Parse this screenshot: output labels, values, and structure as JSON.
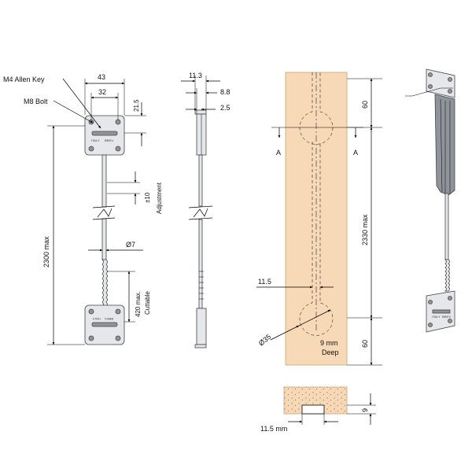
{
  "colors": {
    "wood": "#f7d9b7",
    "wood_dark": "#c9a47a",
    "steel": "#e6e7ea",
    "steel_dark": "#8f949b",
    "line": "#000000"
  },
  "front_view": {
    "callouts": {
      "allen_key": "M4 Allen Key",
      "bolt": "M8 Bolt"
    },
    "dims": {
      "plate_width": "43",
      "hole_spacing": "32",
      "top_offset": "21.5",
      "overall": "2300  max",
      "adjust_value": "±10",
      "adjust_label": "Adjustment",
      "rod_dia": "Ø7",
      "cuttable_value": "420 max.",
      "cuttable_label": "Cuttable"
    },
    "plate_marks": [
      "ITALY",
      "BREV."
    ]
  },
  "side_view": {
    "dims": {
      "d1": "11.3",
      "d2": "8.8",
      "d3": "2.5"
    }
  },
  "routing_view": {
    "section_marks": [
      "A",
      "A"
    ],
    "dims": {
      "top": "60",
      "length": "2330  max",
      "bottom": "60",
      "slot": "11.5",
      "hole_dia": "Ø35",
      "depth_value": "9 mm",
      "depth_label": "Deep"
    }
  },
  "section_view": {
    "dims": {
      "width": "11.5 mm",
      "depth": "9"
    }
  }
}
